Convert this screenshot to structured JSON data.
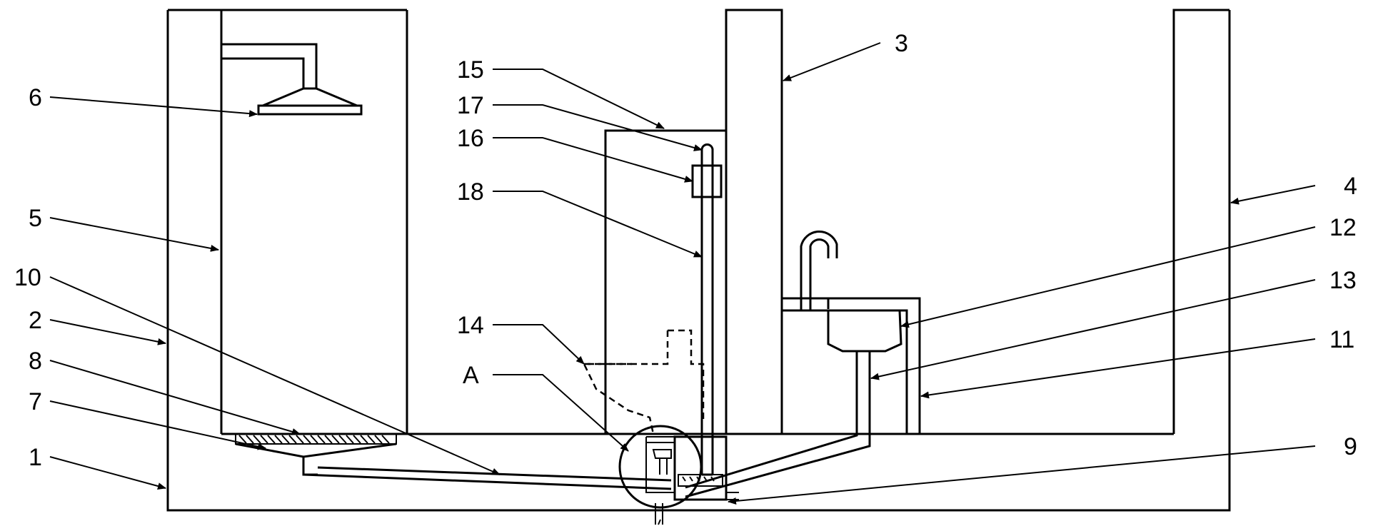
{
  "labels": {
    "l1": "1",
    "l2": "2",
    "l3": "3",
    "l4": "4",
    "l5": "5",
    "l6": "6",
    "l7": "7",
    "l8": "8",
    "l9": "9",
    "l10": "10",
    "l11": "11",
    "l12": "12",
    "l13": "13",
    "l14": "14",
    "l15": "15",
    "l16": "16",
    "l17": "17",
    "l18": "18",
    "lA": "A"
  }
}
